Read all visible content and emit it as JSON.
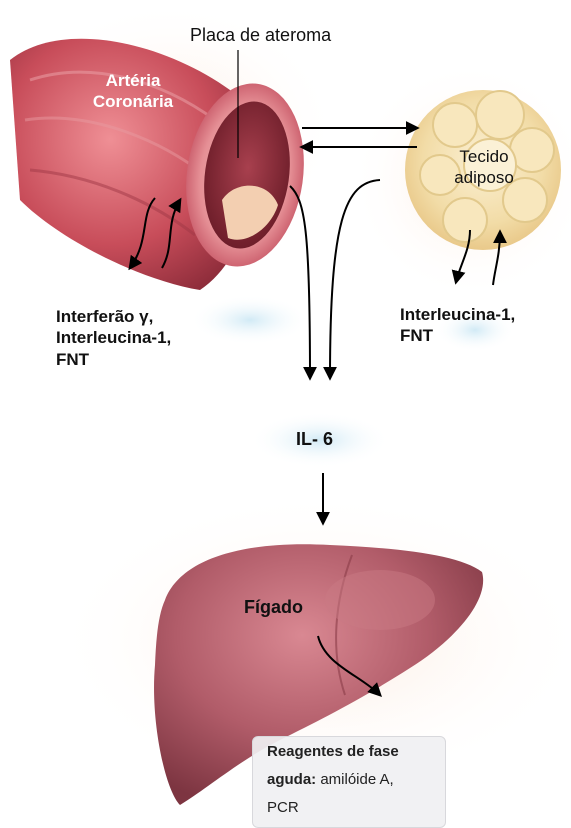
{
  "labels": {
    "plaque": "Placa de ateroma",
    "artery_line1": "Artéria",
    "artery_line2": "Coronária",
    "adipose_line1": "Tecido",
    "adipose_line2": "adiposo",
    "left_cyt_line1": "Interferão γ,",
    "left_cyt_line2": "Interleucina-1,",
    "left_cyt_line3": "FNT",
    "right_cyt_line1": "Interleucina-1,",
    "right_cyt_line2": "FNT",
    "il6": "IL- 6",
    "liver": "Fígado",
    "reagents_line1": "Reagentes de fase",
    "reagents_line2_bold": "aguda:",
    "reagents_line2_rest": " amilóide A,",
    "reagents_line3": "PCR"
  },
  "colors": {
    "artery": "#c9505d",
    "artery_inner": "#e89aa0",
    "adipose": "#f3dfa9",
    "liver": "#b86470",
    "arrow": "#000000",
    "glow_blue": "#cfe9f5"
  }
}
